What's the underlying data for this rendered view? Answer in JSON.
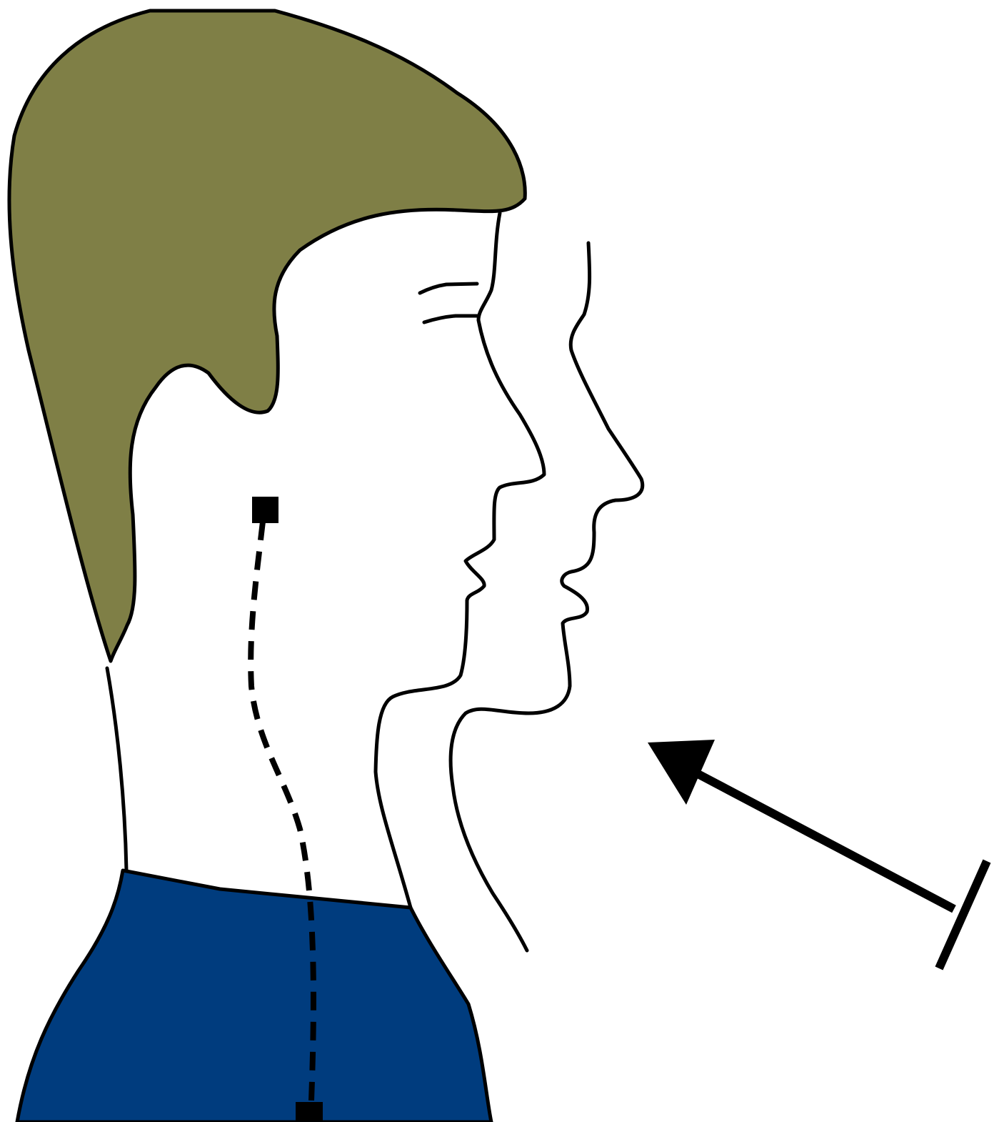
{
  "diagram": {
    "colors": {
      "hair": "#7f7f46",
      "shirt": "#003c7e",
      "outline": "#000000",
      "background": "#ffffff"
    },
    "elements": {
      "head_profile": "head-profile-outline",
      "forward_profile": "forward-displaced-profile",
      "motion_arrow": "direction-arrow-icon",
      "ear_marker": "square-marker",
      "shoulder_marker": "square-marker",
      "alignment_line": "dashed-alignment-line"
    }
  }
}
